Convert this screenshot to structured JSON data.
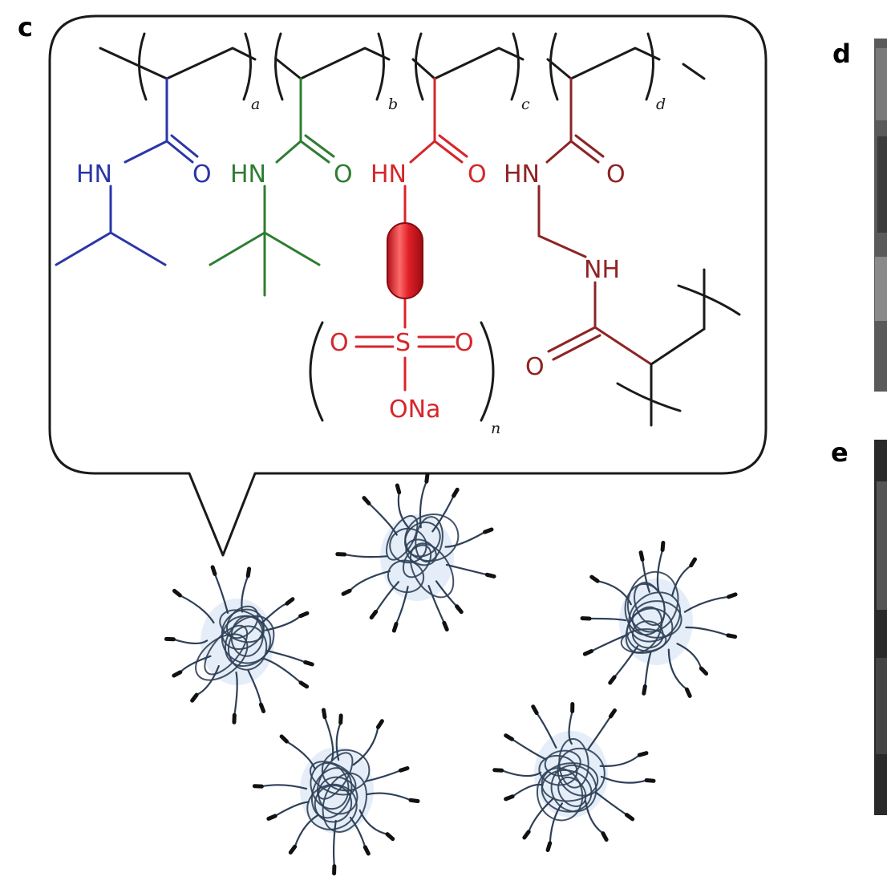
{
  "figure": {
    "panel_labels": {
      "c": "c",
      "d": "d",
      "e": "e"
    }
  },
  "colors": {
    "blue": "#2a36a8",
    "green": "#2e7d32",
    "red": "#d6262b",
    "darkred": "#8e2424",
    "black": "#1a1a1a",
    "coil": "#2f4057",
    "coil_fill": "#cfe0f2"
  },
  "structure": {
    "subscripts": [
      "a",
      "b",
      "c",
      "d"
    ],
    "n_subscript": "n",
    "monomers": [
      {
        "name": "N-isopropylacrylamide",
        "color_key": "blue",
        "amide_nh": "HN",
        "carbonyl_o": "O"
      },
      {
        "name": "N-tert-butylacrylamide",
        "color_key": "green",
        "amide_nh": "HN",
        "carbonyl_o": "O"
      },
      {
        "name": "sulfonate monomer",
        "color_key": "red",
        "amide_nh": "HN",
        "carbonyl_o": "O",
        "sulfonyl_o_left": "O",
        "sulfur": "S",
        "sulfonyl_o_right": "O",
        "salt": "ONa"
      },
      {
        "name": "N,N'-methylenebisacrylamide crosslinker",
        "color_key": "darkred",
        "amide_nh": "HN",
        "carbonyl_o": "O",
        "nh": "NH",
        "carbonyl_o2": "O"
      }
    ]
  },
  "nanoparticles": {
    "count": 5
  }
}
